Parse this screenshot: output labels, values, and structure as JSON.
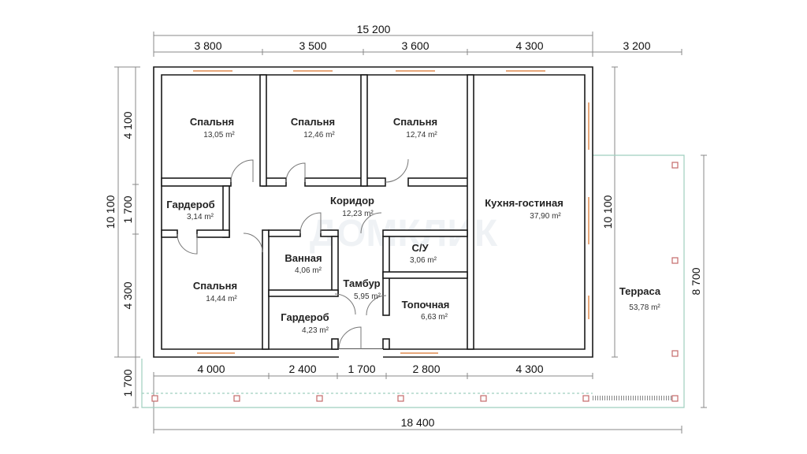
{
  "dimensions": {
    "top_total": "15 200",
    "top_segments": [
      "3 800",
      "3 500",
      "3 600",
      "4 300"
    ],
    "terrace_width": "3 200",
    "bottom_segments": [
      "4 000",
      "2 400",
      "1 700",
      "2 800",
      "4 300"
    ],
    "bottom_total": "18 400",
    "left_total": "10 100",
    "left_segments": [
      "4 100",
      "1 700",
      "4 300"
    ],
    "left_porch": "1 700",
    "right_inner": "10 100",
    "right_terrace": "8 700"
  },
  "rooms": [
    {
      "name": "Спальня",
      "area": "13,05 m²"
    },
    {
      "name": "Спальня",
      "area": "12,46 m²"
    },
    {
      "name": "Спальня",
      "area": "12,74 m²"
    },
    {
      "name": "Гардероб",
      "area": "3,14 m²"
    },
    {
      "name": "Коридор",
      "area": "12,23 m²"
    },
    {
      "name": "Кухня-гостиная",
      "area": "37,90 m²"
    },
    {
      "name": "Ванная",
      "area": "4,06 m²"
    },
    {
      "name": "С/У",
      "area": "3,06 m²"
    },
    {
      "name": "Спальня",
      "area": "14,44 m²"
    },
    {
      "name": "Тамбур",
      "area": "5,95 m²"
    },
    {
      "name": "Топочная",
      "area": "6,63 m²"
    },
    {
      "name": "Гардероб",
      "area": "4,23 m²"
    },
    {
      "name": "Терраса",
      "area": "53,78 m²"
    }
  ],
  "watermark": "ДОМКЛИК"
}
